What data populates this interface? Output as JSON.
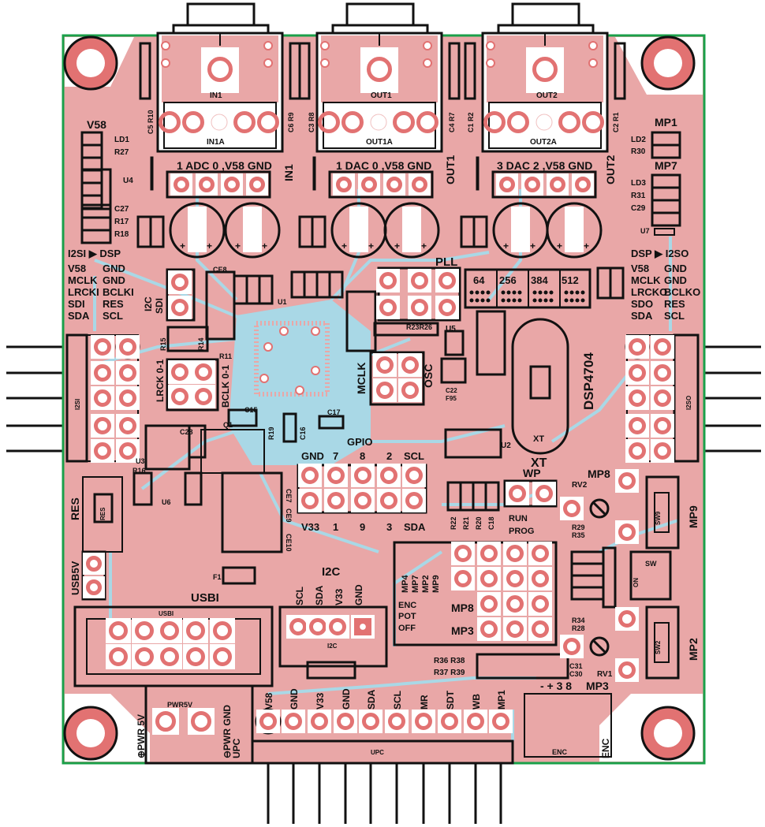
{
  "board": {
    "colors": {
      "copper": "#e9a7a7",
      "pad": "#e27272",
      "trace": "#a9d8e6",
      "outline": "#1aa04a",
      "silk": "#111111"
    },
    "ic_label": "DSP4704",
    "u1": "U1",
    "u2": "U2",
    "u3": "U3",
    "u4": "U4",
    "u5": "U5",
    "u6": "U6",
    "u7": "U7"
  },
  "jacks": [
    {
      "name": "IN1",
      "sub": "IN1A",
      "header": "1 ADC 0 ,V58 GND",
      "side": "IN1",
      "left_parts": "C5 R10",
      "right_parts": "C6 R9"
    },
    {
      "name": "OUT1",
      "sub": "OUT1A",
      "header": "1 DAC 0 ,V58 GND",
      "side": "OUT1",
      "left_parts": "C3 R8",
      "right_parts": "C4 R7"
    },
    {
      "name": "OUT2",
      "sub": "OUT2A",
      "header": "3 DAC 2 ,V58 GND",
      "side": "OUT2",
      "left_parts": "C1 R2",
      "right_parts": "C2 R1"
    }
  ],
  "left_status": {
    "title": "V58",
    "items": [
      "LD1",
      "R27",
      "C27",
      "R17",
      "R18"
    ]
  },
  "right_status": {
    "mp1": "MP1",
    "mp7": "MP7",
    "items": [
      "LD2",
      "R30",
      "LD3",
      "R31",
      "C29"
    ]
  },
  "i2s_in": {
    "title": "I2SI ▶ DSP",
    "pins_left": [
      "V58",
      "MCLK",
      "LRCKI",
      "SDI",
      "SDA"
    ],
    "pins_right": [
      "GND",
      "GND",
      "BCLKI",
      "RES",
      "SCL"
    ],
    "connector": "I2SI"
  },
  "i2s_out": {
    "title": "DSP ▶ I2SO",
    "pins_left": [
      "V58",
      "MCLK",
      "LRCKO",
      "SDO",
      "SDA"
    ],
    "pins_right": [
      "GND",
      "GND",
      "BCLKO",
      "RES",
      "SCL"
    ],
    "connector": "I2SO"
  },
  "pll": {
    "label": "PLL",
    "options": [
      "64",
      "256",
      "384",
      "512"
    ]
  },
  "crystal": {
    "label": "XT",
    "inner": "XT"
  },
  "gpio": {
    "label": "GPIO",
    "top": [
      "GND",
      "7",
      "8",
      "2",
      "SCL"
    ],
    "bottom": [
      "V33",
      "1",
      "9",
      "3",
      "SDA"
    ]
  },
  "misc_labels": {
    "mclk": "MCLK",
    "osc": "OSC",
    "lrck": "LRCK 0-1",
    "bclk": "BCLK 0-1",
    "i2c_sel": "I2C",
    "sdi": "SDI",
    "ce8": "CE8",
    "c15": "C15",
    "c16": "C16",
    "c17": "C17",
    "q1": "Q1",
    "r19": "R19",
    "r11": "R11",
    "r15": "R15",
    "r14": "R14",
    "r16": "R16",
    "c22": "C22",
    "f95": "F95",
    "r23r26": "R23R26",
    "res": "RES",
    "usb5v": "USB5V",
    "f1": "F1",
    "ce7": "CE7",
    "ce9": "CE9",
    "ce10": "CE10",
    "c28": "C28"
  },
  "wp": {
    "label": "WP",
    "run": "RUN",
    "prog": "PROG"
  },
  "mp_matrix": {
    "top_labels": [
      "MP4",
      "MP7",
      "MP2",
      "MP9"
    ],
    "enc": "ENC",
    "pot": "POT",
    "off": "OFF",
    "mp8": "MP8",
    "mp3": "MP3"
  },
  "resistors_bottom": {
    "row1": "R36 R38",
    "row2": "R37 R39",
    "r_vert": [
      "R22",
      "R21",
      "R20",
      "C18"
    ]
  },
  "pots": [
    {
      "name": "RV2",
      "mp": "MP8",
      "parts": [
        "R29",
        "R35"
      ],
      "sw": "SW9",
      "side": "MP9"
    },
    {
      "name": "RV1",
      "mp": "MP3",
      "parts": [
        "R34",
        "R28"
      ],
      "caps": [
        "C31",
        "C30"
      ],
      "sw": "SW2",
      "side": "MP2"
    }
  ],
  "sw_center": {
    "label": "SW",
    "on": "ON"
  },
  "encoder": {
    "label": "ENC",
    "pins": "- + 3 8",
    "mp": "MP3",
    "side": "ENC"
  },
  "usb": {
    "title": "USBI",
    "inner": "USBI"
  },
  "i2c": {
    "title": "I2C",
    "pins": [
      "SCL",
      "SDA",
      "V33",
      "GND"
    ],
    "inner": "I2C"
  },
  "power": {
    "inner": "PWR5V",
    "pwr5v": "⊕PWR 5V",
    "pwrgnd": "⊖PWR GND",
    "upc_side": "UPC"
  },
  "upc": {
    "label": "UPC",
    "pins": [
      "V58",
      "GND",
      "V33",
      "GND",
      "SDA",
      "SCL",
      "MR",
      "SDT",
      "WB",
      "MP1"
    ]
  }
}
